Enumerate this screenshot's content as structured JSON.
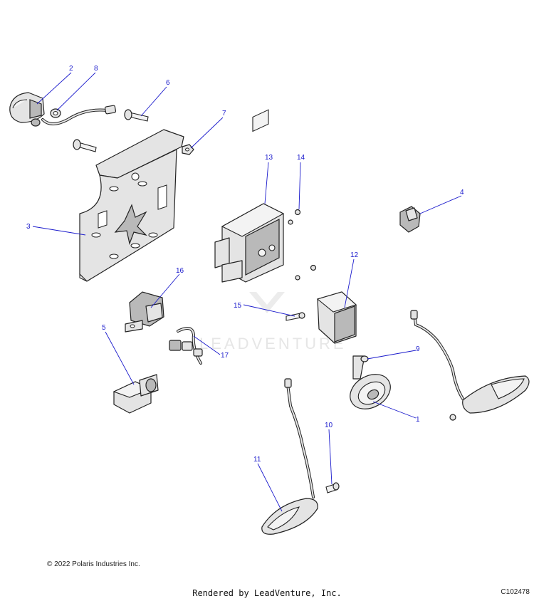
{
  "diagram": {
    "watermark": "LEADVENTURE",
    "callouts": [
      "2",
      "8",
      "6",
      "7",
      "3",
      "13",
      "14",
      "4",
      "16",
      "12",
      "15",
      "5",
      "9",
      "17",
      "1",
      "10",
      "11"
    ]
  },
  "footer": {
    "copyright": "© 2022 Polaris Industries Inc.",
    "rendered_by": "Rendered by LeadVenture, Inc.",
    "diagram_id": "C102478"
  },
  "colors": {
    "callout": "#1a1acc",
    "line_art": "#222222",
    "part_fill": "#e4e4e4"
  }
}
